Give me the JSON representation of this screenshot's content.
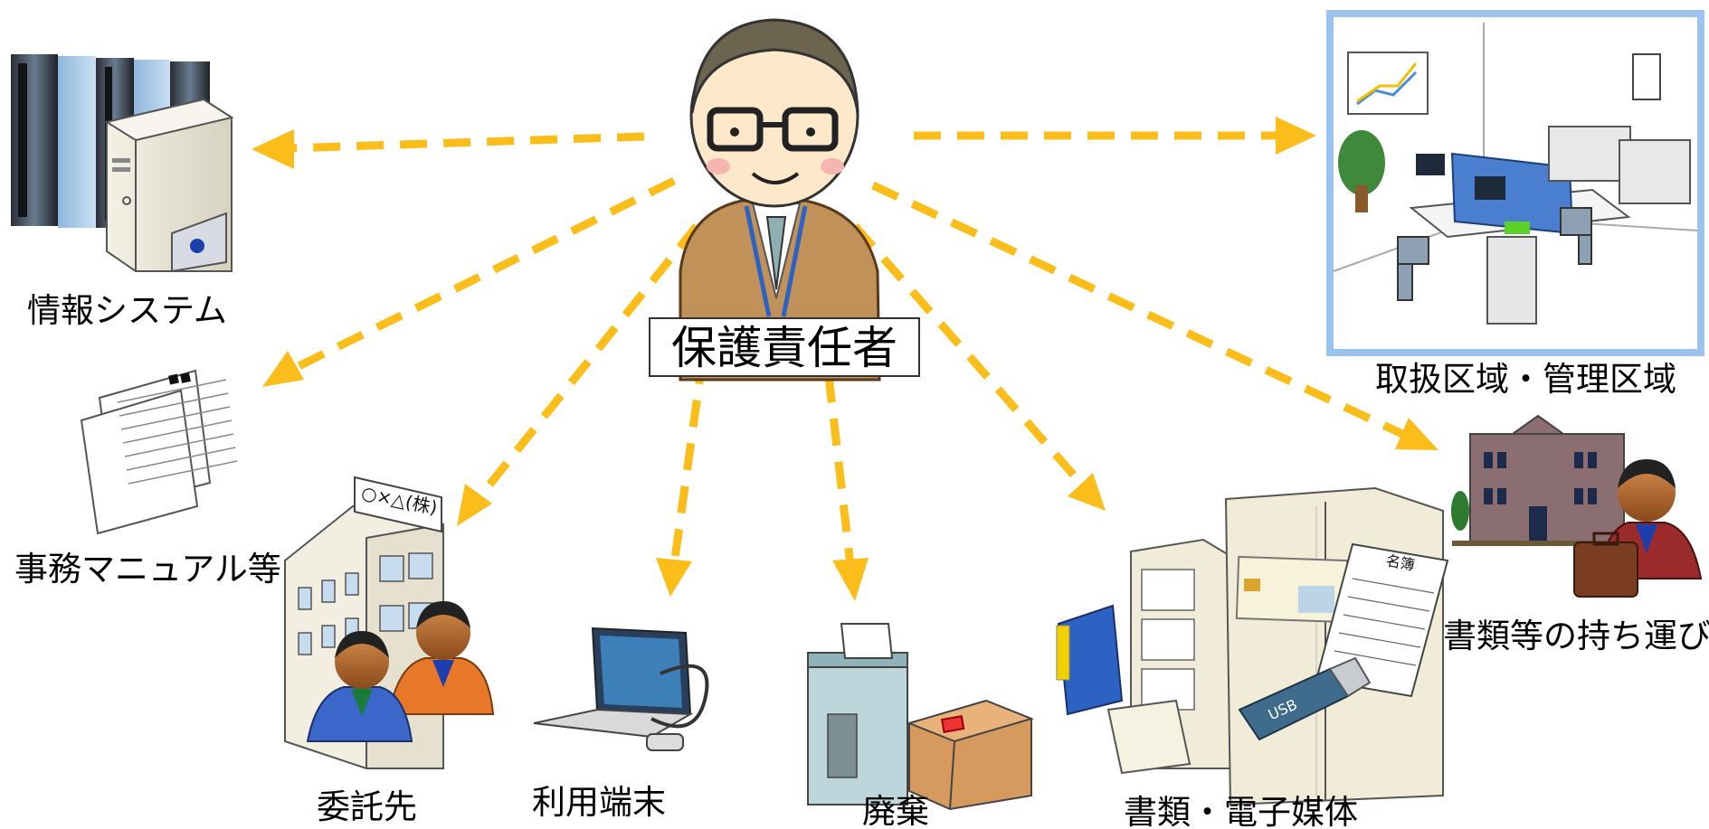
{
  "center": {
    "label": "保護責任者"
  },
  "targets": [
    {
      "id": "info-system",
      "label": "情報システム"
    },
    {
      "id": "manual",
      "label": "事務マニュアル等"
    },
    {
      "id": "contractor",
      "label": "委託先"
    },
    {
      "id": "terminal",
      "label": "利用端末"
    },
    {
      "id": "disposal",
      "label": "廃棄"
    },
    {
      "id": "documents-media",
      "label": "書類・電子媒体"
    },
    {
      "id": "carry-documents",
      "label": "書類等の持ち運び"
    },
    {
      "id": "handling-area",
      "label": "取扱区域・管理区域"
    }
  ],
  "illustration_text": {
    "building_sign": "○×△(株)",
    "register_title": "名簿",
    "usb_label": "USB"
  },
  "colors": {
    "arrow": "#fbbd19",
    "office_frame": "#9cc3ee"
  }
}
